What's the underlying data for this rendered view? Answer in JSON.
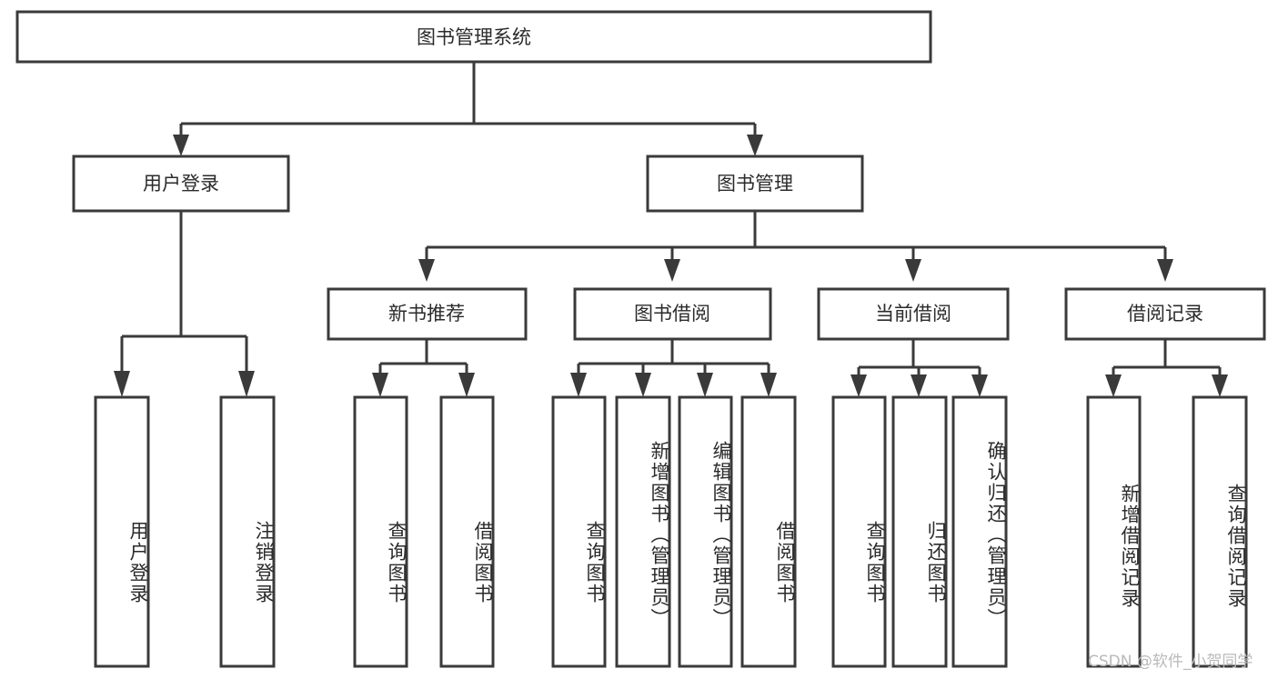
{
  "diagram": {
    "title": "图书管理系统",
    "type": "tree",
    "root": {
      "id": "root",
      "label": "图书管理系统"
    },
    "level2": [
      {
        "id": "user-login",
        "label": "用户登录"
      },
      {
        "id": "book-manage",
        "label": "图书管理"
      }
    ],
    "level3": [
      {
        "id": "new-book-recommend",
        "label": "新书推荐",
        "parent": "book-manage"
      },
      {
        "id": "book-borrow",
        "label": "图书借阅",
        "parent": "book-manage"
      },
      {
        "id": "current-borrow",
        "label": "当前借阅",
        "parent": "book-manage"
      },
      {
        "id": "borrow-record",
        "label": "借阅记录",
        "parent": "book-manage"
      }
    ],
    "leaves": [
      {
        "id": "leaf-user-login",
        "label": "用户登录",
        "parent": "user-login"
      },
      {
        "id": "leaf-user-logout",
        "label": "注销登录",
        "parent": "user-login"
      },
      {
        "id": "leaf-query-book-1",
        "label": "查询图书",
        "parent": "new-book-recommend"
      },
      {
        "id": "leaf-borrow-book-1",
        "label": "借阅图书",
        "parent": "new-book-recommend"
      },
      {
        "id": "leaf-query-book-2",
        "label": "查询图书",
        "parent": "book-borrow"
      },
      {
        "id": "leaf-add-book",
        "label": "新增图书（管理员）",
        "parent": "book-borrow"
      },
      {
        "id": "leaf-edit-book",
        "label": "编辑图书（管理员）",
        "parent": "book-borrow"
      },
      {
        "id": "leaf-borrow-book-2",
        "label": "借阅图书",
        "parent": "book-borrow"
      },
      {
        "id": "leaf-query-book-3",
        "label": "查询图书",
        "parent": "current-borrow"
      },
      {
        "id": "leaf-return-book",
        "label": "归还图书",
        "parent": "current-borrow"
      },
      {
        "id": "leaf-confirm-return",
        "label": "确认归还（管理员）",
        "parent": "current-borrow"
      },
      {
        "id": "leaf-add-record",
        "label": "新增借阅记录",
        "parent": "borrow-record"
      },
      {
        "id": "leaf-query-record",
        "label": "查询借阅记录",
        "parent": "borrow-record"
      }
    ],
    "watermark": "CSDN @软件_小贺同学",
    "colors": {
      "stroke": "#3a3a3a",
      "fill": "#ffffff",
      "text": "#2b2b2b",
      "watermark": "#b9b9b9",
      "background": "#ffffff"
    }
  }
}
